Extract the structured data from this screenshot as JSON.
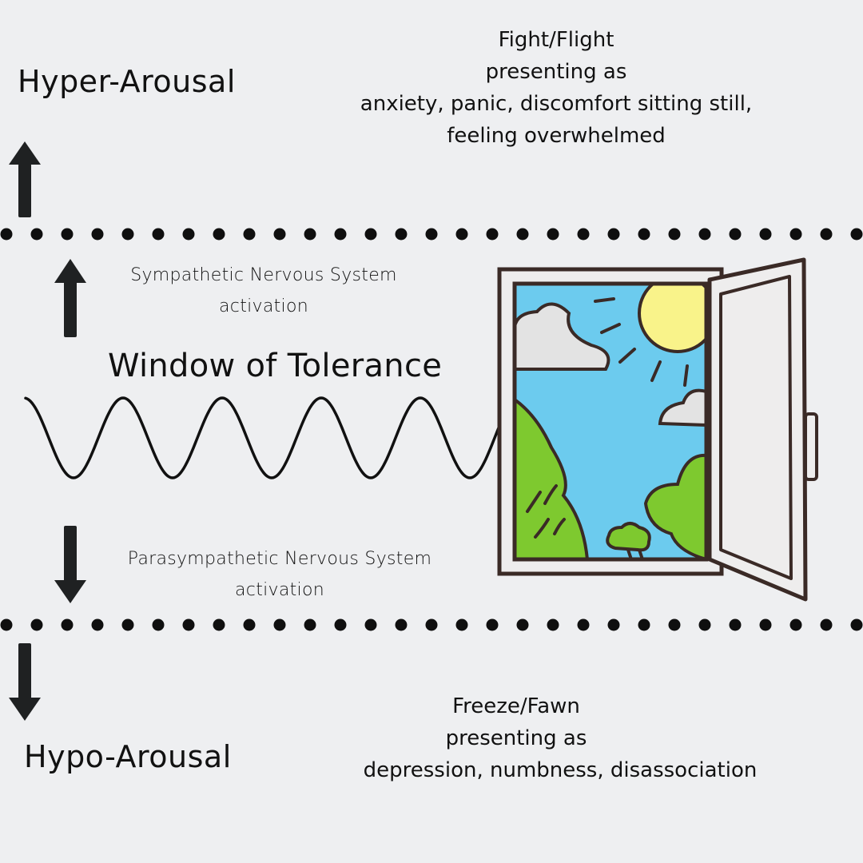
{
  "hyper": {
    "heading": "Hyper-Arousal",
    "state": "Fight/Flight",
    "presenting": "presenting as",
    "line1": "anxiety, panic, discomfort sitting still,",
    "line2": "feeling overwhelmed"
  },
  "sympathetic": {
    "line1": "Sympathetic Nervous System",
    "line2": "activation"
  },
  "window_title": "Window of Tolerance",
  "parasympathetic": {
    "line1": "Parasympathetic Nervous System",
    "line2": "activation"
  },
  "hypo": {
    "heading": "Hypo-Arousal",
    "state": "Freeze/Fawn",
    "presenting": "presenting as",
    "line1": "depression, numbness, disassociation"
  },
  "colors": {
    "background": "#eeeff1",
    "ink": "#1c1c1c",
    "sky": "#6ccbee",
    "sun": "#f9f38a",
    "grass": "#7ec92f",
    "cloud": "#e6e6e6",
    "frame": "#3a2a26"
  },
  "icons": [
    "arrow-up-icon",
    "arrow-down-icon",
    "window-illustration"
  ]
}
